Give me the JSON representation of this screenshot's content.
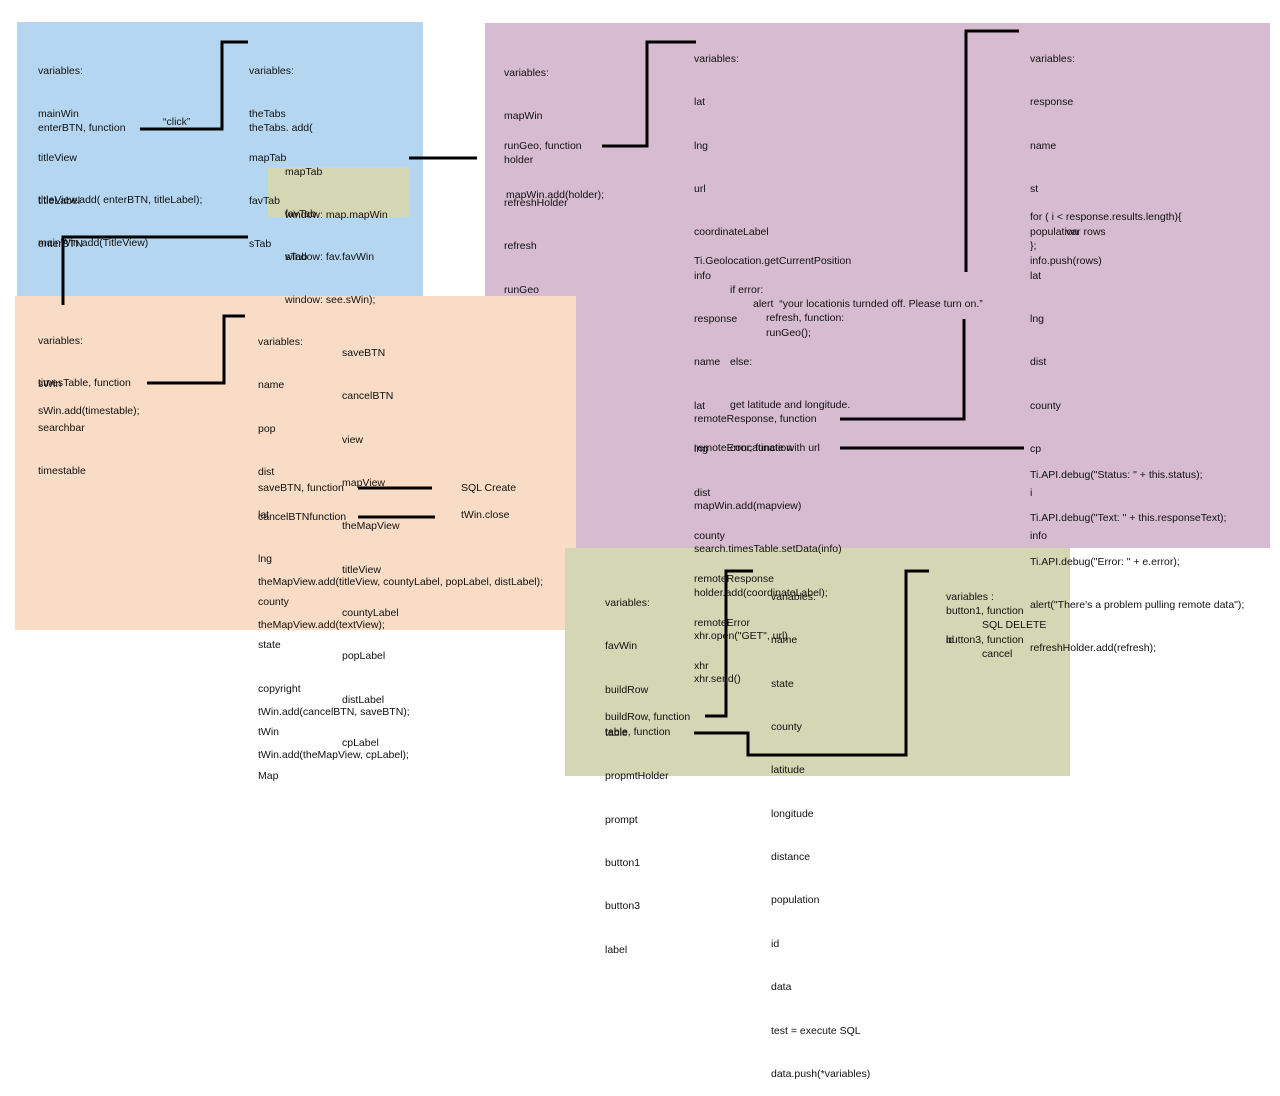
{
  "blue": {
    "vars": [
      "variables:",
      "mainWin",
      "titleView",
      "titleLabel",
      "enterBTN"
    ],
    "enter_fn": "enterBTN, function",
    "click": "“click”",
    "adds": [
      "titleView.add( enterBTN, titleLabel);",
      "mainWin.add(TitleView)"
    ],
    "tabs_vars": [
      "variables:",
      "theTabs",
      "mapTab",
      "favTab",
      "sTab"
    ],
    "tabs_add": "theTabs. add(",
    "map_tab": [
      "mapTab",
      "window: map.mapWin"
    ],
    "fav_tab": [
      "favTab",
      "window: fav.favWin"
    ],
    "s_tab": [
      "sTab",
      "window: see.sWin);"
    ]
  },
  "purple": {
    "left_vars": [
      "variables:",
      "mapWin",
      "holder",
      "refreshHolder",
      "refresh",
      "runGeo"
    ],
    "rungeo_fn": "runGeo, function",
    "mapwin_add": "mapWin.add(holder);",
    "mid_vars": [
      "variables:",
      "lat",
      "lng",
      "url",
      "coordinateLabel",
      "info",
      "response",
      "name",
      "lat",
      "lng",
      "dist",
      "county",
      "remoteResponse",
      "remoteError",
      "xhr"
    ],
    "geo_call": "Ti.Geolocation.getCurrentPosition",
    "if_error": "if error:",
    "alert": "alert  “your locationis turnded off. Please turn on.”",
    "refresh_fn": "refresh, function:",
    "rungeo_call": "runGeo();",
    "else": "else:",
    "else_lines": [
      "get latitude and longitude.",
      "concatinate with url"
    ],
    "remote_response_fn": "remoteResponse, function",
    "remote_error_fn": "remoteError, function",
    "final_lines": [
      "mapWin.add(mapview)",
      "search.timesTable.setData(info)",
      "holder.add(coordinateLabel);",
      "xhr.open(\"GET\", url)",
      "xhr.send()"
    ],
    "right_vars": [
      "variables:",
      "response",
      "name",
      "st",
      "population",
      "lat",
      "lng",
      "dist",
      "county",
      "cp",
      "i",
      "info"
    ],
    "for_loop": "for ( i < response.results.length){",
    "var_rows": "var rows",
    "close_brace": "};",
    "info_push": "info.push(rows)",
    "debug_lines": [
      "Ti.API.debug(\"Status: \" + this.status);",
      "Ti.API.debug(\"Text: \" + this.responseText);",
      "Ti.API.debug(\"Error: \" + e.error);",
      "alert(\"There's a problem pulling remote data\");",
      "refreshHolder.add(refresh);"
    ]
  },
  "orange": {
    "left_vars": [
      "variables:",
      "sWin",
      "searchbar",
      "timestable"
    ],
    "times_fn": "timesTable, function",
    "swin_add": "sWin.add(timestable);",
    "col1_vars": [
      "variables:",
      "name",
      "pop",
      "dist",
      "lat",
      "lng",
      "county",
      "state",
      "copyright",
      "tWin",
      "Map"
    ],
    "col2_vars": [
      "saveBTN",
      "cancelBTN",
      "view",
      "mapView",
      "theMapView",
      "titleView",
      "countyLabel",
      "popLabel",
      "distLabel",
      "cpLabel"
    ],
    "save_fn": "saveBTN, function",
    "sql_create": "SQL Create",
    "cancel_fn": "cancelBTNfunction",
    "twin_close": "tWin.close",
    "final_lines": [
      "theMapView.add(titleView, countyLabel, popLabel, distLabel);",
      "theMapView.add(textView);",
      "",
      "tWin.add(cancelBTN, saveBTN);",
      "tWin.add(theMapView, cpLabel);"
    ]
  },
  "green": {
    "left_vars": [
      "variables:",
      "favWin",
      "buildRow",
      "table",
      "propmtHolder",
      "prompt",
      "button1",
      "button3",
      "label"
    ],
    "buildrow_fn": "buildRow, function",
    "table_fn": "table, function",
    "mid_vars": [
      "variables:",
      "name",
      "state",
      "county",
      "latitude",
      "longitude",
      "distance",
      "population",
      "id",
      "data",
      "test = execute SQL",
      "data.push(*variables)"
    ],
    "right_vars": [
      "variables :",
      "id"
    ],
    "button1_fn": "button1, function",
    "sql_delete": "SQL DELETE",
    "button3_fn": "button3, function",
    "cancel": "cancel"
  },
  "colors": {
    "blue": "#b5d6f1",
    "purple": "#d6bbd1",
    "orange": "#f8dcc5",
    "green": "#d5d6b4",
    "line": "#000000"
  }
}
